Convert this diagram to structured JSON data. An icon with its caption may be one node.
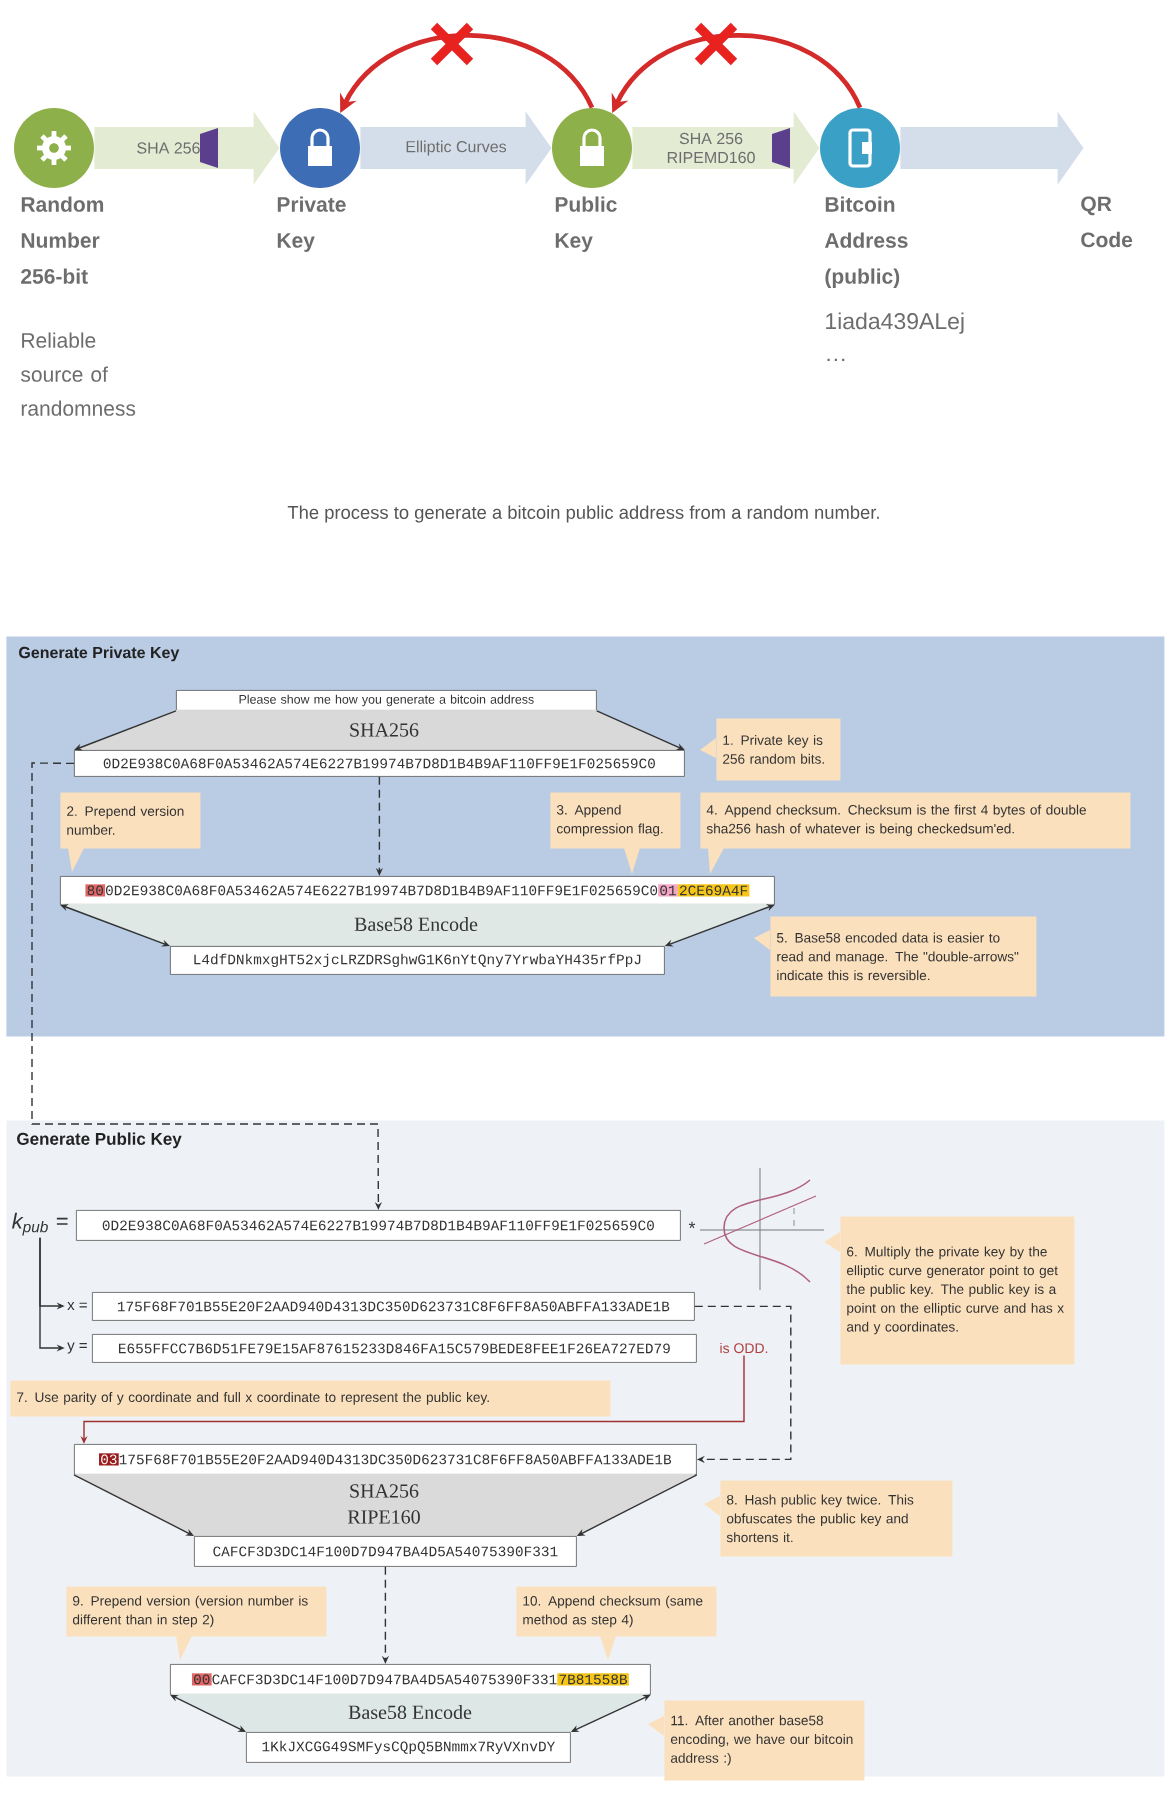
{
  "diagram": {
    "caption": "The process to generate a bitcoin public address from a random number.",
    "nodes": [
      {
        "text": [
          "Random Number 256-bit",
          "Reliable source of randomness"
        ]
      },
      {
        "text": [
          "Private Key"
        ]
      },
      {
        "text": [
          "Public Key"
        ]
      },
      {
        "text": [
          "Bitcoin Address (public)",
          "1iada439ALej …"
        ]
      },
      {
        "text": [
          "QR Code"
        ]
      },
      {
        "text": [
          "Generate Private Key"
        ]
      },
      {
        "text": [
          "Please show me how you generate a bitcoin address"
        ],
        "in": 5
      },
      {
        "text": [
          "SHA256"
        ],
        "in": 5
      },
      {
        "text": [
          "0D2E938C0A68F0A53462A574E6227B19974B7D8D1B4B9AF110FF9E1F025659C0"
        ],
        "in": 5
      },
      {
        "text": [
          "1. Private key is 256 random bits."
        ],
        "in": 5
      },
      {
        "text": [
          "2. Prepend version number."
        ],
        "in": 5
      },
      {
        "text": [
          "3. Append compression flag."
        ],
        "in": 5
      },
      {
        "text": [
          "4. Append checksum. Checksum is the first 4 bytes of double sha256 hash of whatever is being checkedsum'ed."
        ],
        "in": 5
      },
      {
        "text": [
          "80",
          "0D2E938C0A68F0A53462A574E6227B19974B7D8D1B4B9AF110FF9E1F025659C0",
          "01",
          "2CE69A4F"
        ],
        "in": 5
      },
      {
        "text": [
          "Base58 Encode"
        ],
        "in": 5
      },
      {
        "text": [
          "L4dfDNkmxgHT52xjcLRZDRSghwG1K6nYtQny7YrwbaYH435rfPpJ"
        ],
        "in": 5
      },
      {
        "text": [
          "5. Base58 encoded data is easier to read and manage. The \"double-arrows\" indicate this is reversible."
        ],
        "in": 5
      },
      {
        "text": [
          "Generate Public Key"
        ]
      },
      {
        "text": [
          "k$_{pub}$ ="
        ],
        "in": 17
      },
      {
        "text": [
          "0D2E938C0A68F0A53462A574E6227B19974B7D8D1B4B9AF110FF9E1F025659C0"
        ],
        "in": 17
      },
      {
        "text": [
          "6. Multiply the private key by the elliptic curve generator point to get the public key. The public key is a point on the elliptic curve and has x and y coordinates."
        ],
        "in": 17
      },
      {
        "text": [
          "x ="
        ],
        "in": 17
      },
      {
        "text": [
          "175F68F701B55E20F2AAD940D4313DC350D623731C8F6FF8A50ABFFA133ADE1B"
        ],
        "in": 17
      },
      {
        "text": [
          "y ="
        ],
        "in": 17
      },
      {
        "text": [
          "E655FFCC7B6D51FE79E15AF87615233D846FA15C579BEDE8FEE1F26EA727ED79"
        ],
        "in": 17
      },
      {
        "text": [
          "is ODD."
        ],
        "in": 17
      },
      {
        "text": [
          "7. Use parity of y coordinate and full x coordinate to represent the public key."
        ],
        "in": 17
      },
      {
        "text": [
          "03",
          "175F68F701B55E20F2AAD940D4313DC350D623731C8F6FF8A50ABFFA133ADE1B"
        ],
        "in": 17
      },
      {
        "text": [
          "SHA256",
          "RIPE160"
        ],
        "in": 17
      },
      {
        "text": [
          "CAFCF3D3DC14F100D7D947BA4D5A54075390F331"
        ],
        "in": 17
      },
      {
        "text": [
          "8. Hash public key twice. This obfuscates the public key and shortens it."
        ],
        "in": 17
      },
      {
        "text": [
          "9. Prepend version (version number is different than in step 2)"
        ],
        "in": 17
      },
      {
        "text": [
          "10. Append checksum (same method as step 4)"
        ],
        "in": 17
      },
      {
        "text": [
          "00",
          "CAFCF3D3DC14F100D7D947BA4D5A54075390F331",
          "7B81558B"
        ],
        "in": 17
      },
      {
        "text": [
          "Base58 Encode"
        ],
        "in": 17
      },
      {
        "text": [
          "1KkJXCGG49SMFysCQpQ5BNmmx7RyVXnvDY"
        ],
        "in": 17
      },
      {
        "text": [
          "11. After another base58 encoding, we have our bitcoin address :)"
        ],
        "in": 17
      }
    ],
    "edges": [
      {
        "from": 0,
        "to": 1,
        "arrow": "to",
        "label": "SHA 256",
        "style": "thick",
        "color": "#e4ebd3"
      },
      {
        "from": 1,
        "to": 2,
        "arrow": "to",
        "label": "Elliptic Curves",
        "style": "thick",
        "color": "#d4deeb"
      },
      {
        "from": 2,
        "to": 3,
        "arrow": "to",
        "label": "SHA 256 RIPEMD160",
        "style": "thick",
        "color": "#e4ebd3"
      },
      {
        "from": 3,
        "to": 4,
        "arrow": "to",
        "style": "thick",
        "color": "#d4deeb"
      },
      {
        "from": 2,
        "to": 1,
        "arrow": "to",
        "style": "thick",
        "color": "#d42a2a"
      },
      {
        "from": 3,
        "to": 2,
        "arrow": "to",
        "style": "thick",
        "color": "#d42a2a"
      },
      {
        "from": 6,
        "to": 8,
        "arrow": "to"
      },
      {
        "from": 6,
        "to": 8,
        "arrow": "to"
      },
      {
        "from": 8,
        "to": 13,
        "arrow": "to",
        "style": "dashed"
      },
      {
        "from": 13,
        "to": 15,
        "arrow": "both"
      },
      {
        "from": 13,
        "to": 15,
        "arrow": "both"
      },
      {
        "from": 8,
        "to": 19,
        "arrow": "to",
        "style": "dashed"
      },
      {
        "from": 18,
        "to": 21,
        "arrow": "to"
      },
      {
        "from": 18,
        "to": 23,
        "arrow": "to"
      },
      {
        "from": 22,
        "to": 27,
        "arrow": "to",
        "style": "dashed"
      },
      {
        "from": 25,
        "to": 27,
        "arrow": "to",
        "color": "#a03030"
      },
      {
        "from": 27,
        "to": 29,
        "arrow": "to"
      },
      {
        "from": 27,
        "to": 29,
        "arrow": "to"
      },
      {
        "from": 29,
        "to": 33,
        "arrow": "to",
        "style": "dashed"
      },
      {
        "from": 33,
        "to": 35,
        "arrow": "both"
      },
      {
        "from": 33,
        "to": 35,
        "arrow": "both"
      }
    ],
    "labels": [
      "*"
    ]
  }
}
